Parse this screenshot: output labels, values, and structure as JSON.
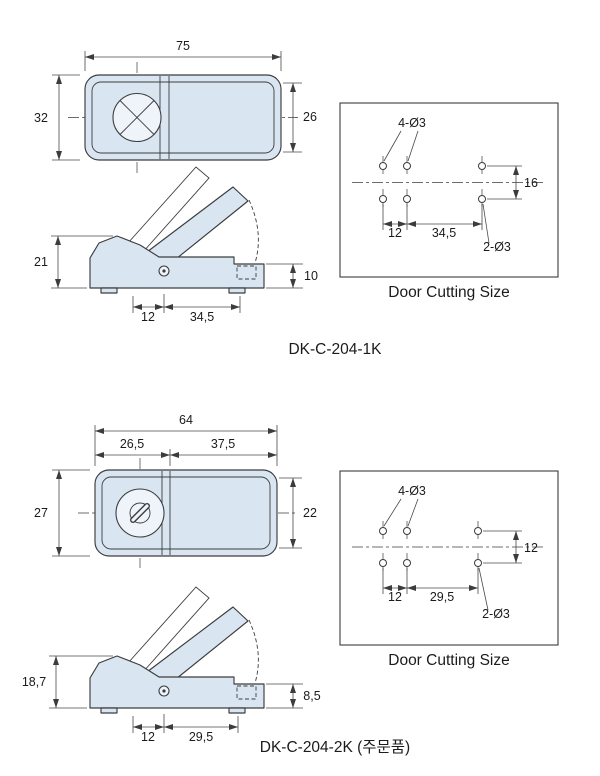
{
  "colors": {
    "line": "#3c3c3c",
    "body_fill": "#d9e6f2",
    "knob_fill": "#eef4fa",
    "panel_fill": "#ffffff"
  },
  "products": [
    {
      "model": "DK-C-204-1K",
      "top_view": {
        "width": "75",
        "height_left": "32",
        "height_right": "26"
      },
      "side_view": {
        "height_left": "21",
        "height_right": "10",
        "pitch_1": "12",
        "pitch_2": "34,5"
      },
      "cutting": {
        "title": "Door Cutting Size",
        "holes_main": "4-Ø3",
        "holes_side": "2-Ø3",
        "row_gap": "16",
        "pitch_1": "12",
        "pitch_2": "34,5"
      }
    },
    {
      "model": "DK-C-204-2K (주문품)",
      "top_view": {
        "width": "64",
        "width_left": "26,5",
        "width_right": "37,5",
        "height_left": "27",
        "height_right": "22"
      },
      "side_view": {
        "height_left": "18,7",
        "height_right": "8,5",
        "pitch_1": "12",
        "pitch_2": "29,5"
      },
      "cutting": {
        "title": "Door Cutting Size",
        "holes_main": "4-Ø3",
        "holes_side": "2-Ø3",
        "row_gap": "12",
        "pitch_1": "12",
        "pitch_2": "29,5"
      }
    }
  ]
}
